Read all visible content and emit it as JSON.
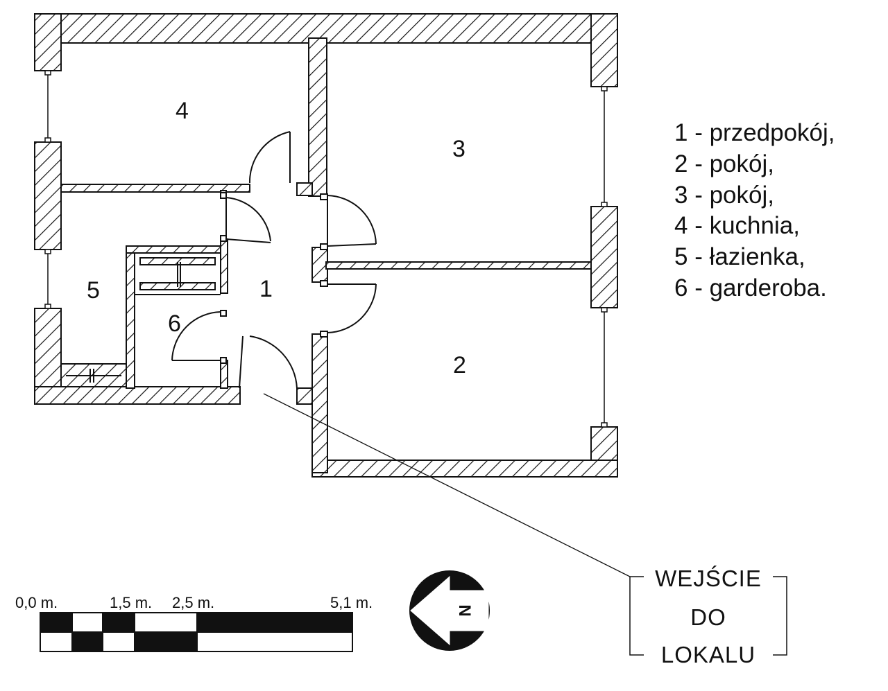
{
  "rooms": [
    {
      "number": "1"
    },
    {
      "number": "2"
    },
    {
      "number": "3"
    },
    {
      "number": "4"
    },
    {
      "number": "5"
    },
    {
      "number": "6"
    }
  ],
  "legend": [
    "1 - przedpokój,",
    "2 - pokój,",
    "3 - pokój,",
    "4 - kuchnia,",
    "5 - łazienka,",
    "6 - garderoba."
  ],
  "scale": {
    "labels": [
      "0,0 m.",
      "1,5 m.",
      "2,5 m.",
      "5,1 m."
    ]
  },
  "entrance": {
    "lines": [
      "WEJŚCIE",
      "DO",
      "LOKALU"
    ]
  },
  "north_arrow": {
    "letter": "N",
    "icon": "north-arrow-icon"
  },
  "colors": {
    "ink": "#111111",
    "paper": "#ffffff"
  }
}
